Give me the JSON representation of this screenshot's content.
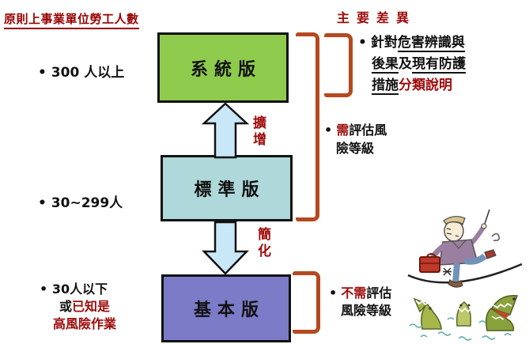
{
  "palette": {
    "red_text": "#9e0b0b",
    "title_red": "#990000",
    "bracket": "#b5491f",
    "green_box": "#8ecb4d",
    "teal_box": "#aed8da",
    "purple_box": "#7b7bc8",
    "arrow_fill": "#c9e8f7",
    "text_black": "#111111"
  },
  "bullets": {
    "dot": "•"
  },
  "left_panel": {
    "title": "原則上事業單位勞工人數",
    "labels": [
      {
        "text": "300 人以上"
      },
      {
        "text": "30~299人"
      },
      {
        "line1": "30人以下",
        "line2_prefix": "或",
        "line2_red": "已知是",
        "line3_red": "高風險作業"
      }
    ]
  },
  "flow": {
    "boxes": [
      {
        "label": "系統版"
      },
      {
        "label": "標準版"
      },
      {
        "label": "基本版"
      }
    ],
    "arrows": [
      {
        "label": "擴增",
        "direction": "up"
      },
      {
        "label": "簡化",
        "direction": "down"
      }
    ]
  },
  "right_panel": {
    "title": "主要差異",
    "items": [
      {
        "lines": [
          {
            "runs": [
              {
                "t": "針對"
              },
              {
                "t": "危害辨識與"
              }
            ]
          },
          {
            "runs": [
              {
                "t": "後果"
              },
              {
                "t": "及"
              },
              {
                "t": "現有防護"
              }
            ]
          },
          {
            "runs": [
              {
                "t": "措施"
              },
              {
                "t": "分類說明"
              }
            ]
          }
        ]
      },
      {
        "lines": [
          {
            "runs": [
              {
                "t": "需"
              },
              {
                "t": "評估風"
              }
            ]
          },
          {
            "runs": [
              {
                "t": "險等級"
              }
            ]
          }
        ]
      },
      {
        "lines": [
          {
            "runs": [
              {
                "t": "不需"
              },
              {
                "t": "評估"
              }
            ]
          },
          {
            "runs": [
              {
                "t": "風險等級"
              }
            ]
          }
        ]
      }
    ]
  }
}
